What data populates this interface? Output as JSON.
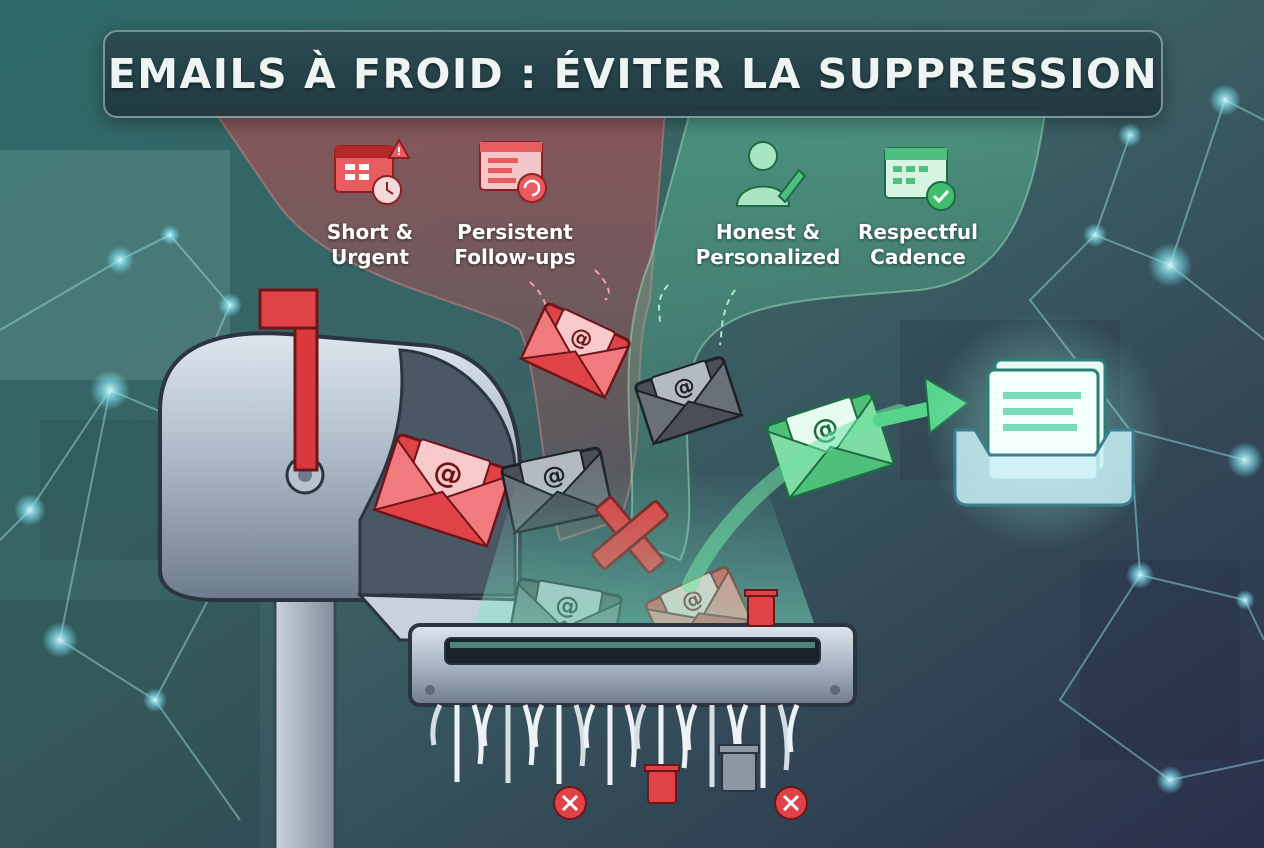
{
  "title": "EMAILS À FROID : ÉVITER LA SUPPRESSION",
  "bad_practices": [
    {
      "line1": "Short &",
      "line2": "Urgent",
      "icon": "urgent-calendar-icon"
    },
    {
      "line1": "Persistent",
      "line2": "Follow-ups",
      "icon": "follow-up-window-icon"
    }
  ],
  "good_practices": [
    {
      "line1": "Honest &",
      "line2": "Personalized",
      "icon": "person-edit-icon"
    },
    {
      "line1": "Respectful",
      "line2": "Cadence",
      "icon": "calendar-check-icon"
    }
  ],
  "colors": {
    "bad": "#d9383c",
    "good": "#3fbf6e",
    "banner": "#2c4a50",
    "background": "#2f5a5c"
  },
  "envelope_glyph": "@",
  "icons": [
    "mailbox-icon",
    "mailbox-flag-icon",
    "shredder-icon",
    "trash-can-icon",
    "x-mark-icon",
    "inbox-tray-icon",
    "arrow-right-icon",
    "envelope-icon"
  ]
}
